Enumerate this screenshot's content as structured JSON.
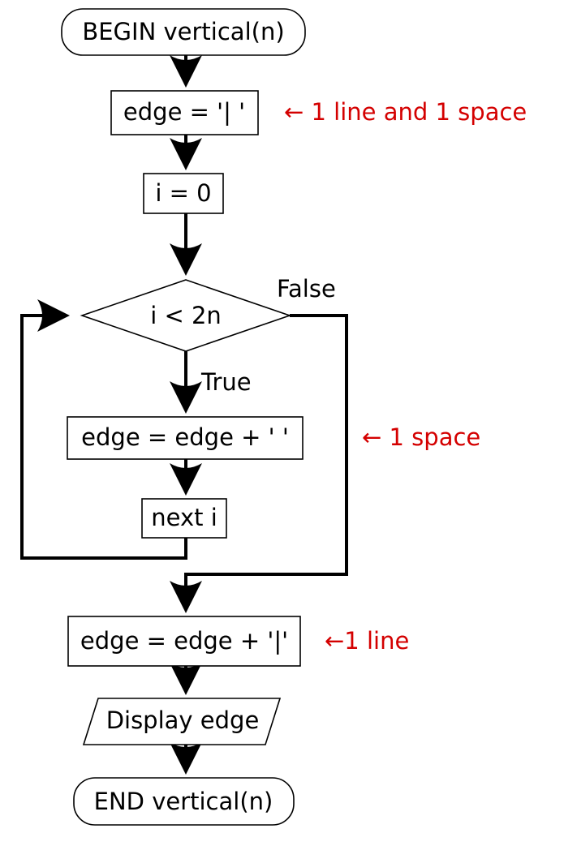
{
  "nodes": {
    "begin": "BEGIN vertical(n)",
    "init_edge": "edge = '| '",
    "init_i": "i = 0",
    "condition": "i < 2n",
    "add_space": "edge = edge + ' '",
    "next": "next i",
    "add_line": "edge = edge + '|'",
    "display": "Display edge",
    "end": "END vertical(n)"
  },
  "labels": {
    "true": "True",
    "false": "False"
  },
  "notes": {
    "init_edge": "← 1 line and 1 space",
    "add_space": "← 1 space",
    "add_line": "←1 line"
  },
  "colors": {
    "note": "#d40000",
    "line": "#000000"
  }
}
